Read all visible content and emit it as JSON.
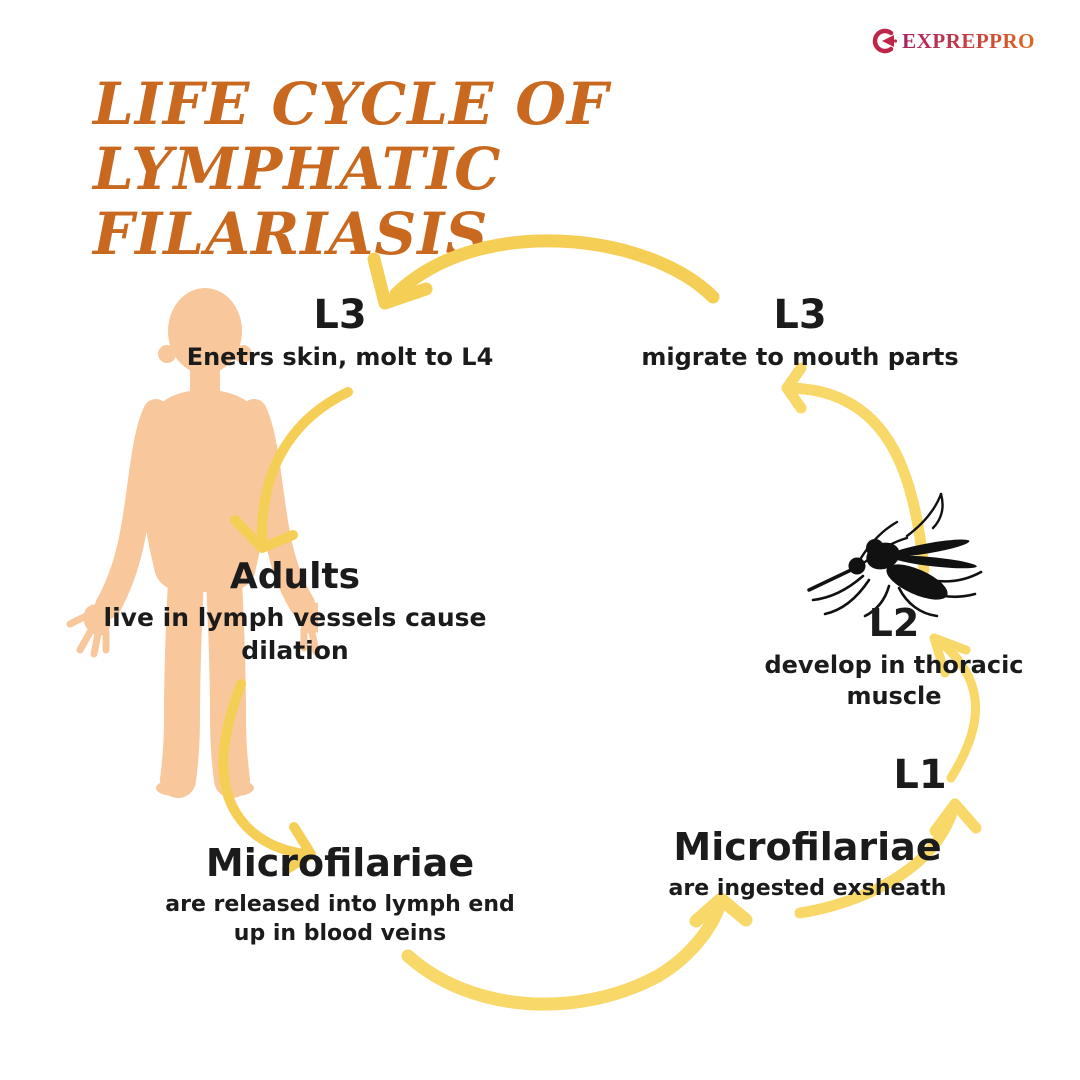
{
  "brand": {
    "name": "EXPREPPRO"
  },
  "title": {
    "line1": "LIFE CYCLE OF LYMPHATIC",
    "line2": "FILARIASIS"
  },
  "colors": {
    "title_orange": "#C8691F",
    "arrow_gold": "#F5CF55",
    "arrow_light": "#F8D868",
    "skin": "#F8C79B",
    "text": "#1B1B1B",
    "brand_red": "#BE2649",
    "brand_orange": "#E06A1F",
    "mosquito_black": "#111111"
  },
  "diagram": {
    "host_figure": "human-silhouette",
    "vector_figure": "mosquito-silhouette"
  },
  "stages": [
    {
      "id": "l3-host",
      "label": "L3",
      "description": "Enetrs skin, molt to L4"
    },
    {
      "id": "adults",
      "label": "Adults",
      "description": "live in lymph vessels cause dilation"
    },
    {
      "id": "microfilariae-host",
      "label": "Microfilariae",
      "description": "are released into lymph end up in blood veins"
    },
    {
      "id": "microfilariae-vector",
      "label": "Microfilariae",
      "description": "are ingested exsheath"
    },
    {
      "id": "l1",
      "label": "L1",
      "description": ""
    },
    {
      "id": "l2",
      "label": "L2",
      "description": "develop in thoracic muscle"
    },
    {
      "id": "l3-vector",
      "label": "L3",
      "description": "migrate to mouth parts"
    }
  ]
}
